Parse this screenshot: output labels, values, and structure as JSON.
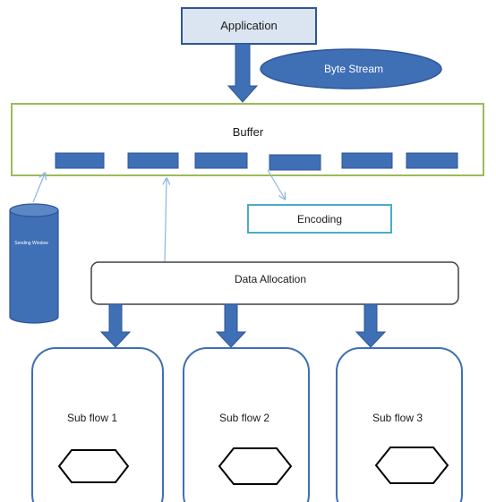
{
  "application": {
    "label": "Application"
  },
  "byte_stream": {
    "label": "Byte Stream"
  },
  "buffer": {
    "label": "Buffer"
  },
  "encoding": {
    "label": "Encoding"
  },
  "cylinder": {
    "label": "Sending Window"
  },
  "data_allocation": {
    "label": "Data Allocation"
  },
  "subflows": [
    {
      "label": "Sub flow 1"
    },
    {
      "label": "Sub flow 2"
    },
    {
      "label": "Sub flow 3"
    }
  ],
  "colors": {
    "node_fill": "#3f6fb5",
    "node_stroke": "#2f5597",
    "buffer_border": "#9bbb59",
    "application_fill": "#dbe5f1",
    "encoding_border": "#4bacc6",
    "connector_line": "#8eb4e3"
  }
}
